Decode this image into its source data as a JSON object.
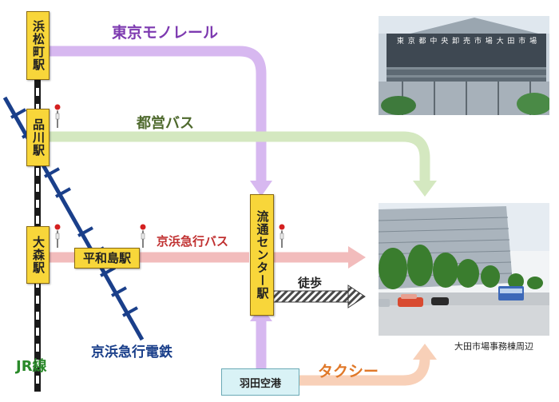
{
  "stations": {
    "hamamatsucho": "浜松町駅",
    "shinagawa": "品川駅",
    "omori": "大森駅",
    "heiwajima": "平和島駅",
    "ryutsu_center": "流通センター駅",
    "haneda": "羽田空港"
  },
  "routes": {
    "monorail": "東京モノレール",
    "toei_bus": "都営バス",
    "keikyu_bus": "京浜急行バス",
    "walk": "徒歩",
    "taxi": "タクシー",
    "keikyu_rail": "京浜急行電鉄",
    "jr": "JR線"
  },
  "photos": {
    "top_sign": "東 京 都 中 央 卸 売 市 場 大 田 市 場",
    "bottom_caption": "大田市場事務棟周辺"
  },
  "colors": {
    "monorail": "#d7b8f0",
    "toei_bus": "#d4e8c0",
    "keikyu_bus": "#f2bcbc",
    "taxi": "#f8d0b8",
    "walk": "#555555",
    "station_fill": "#f8d63a",
    "keikyu_rail": "#1a3f8a",
    "jr": "#222222",
    "airport_fill": "#d9f2f6"
  }
}
